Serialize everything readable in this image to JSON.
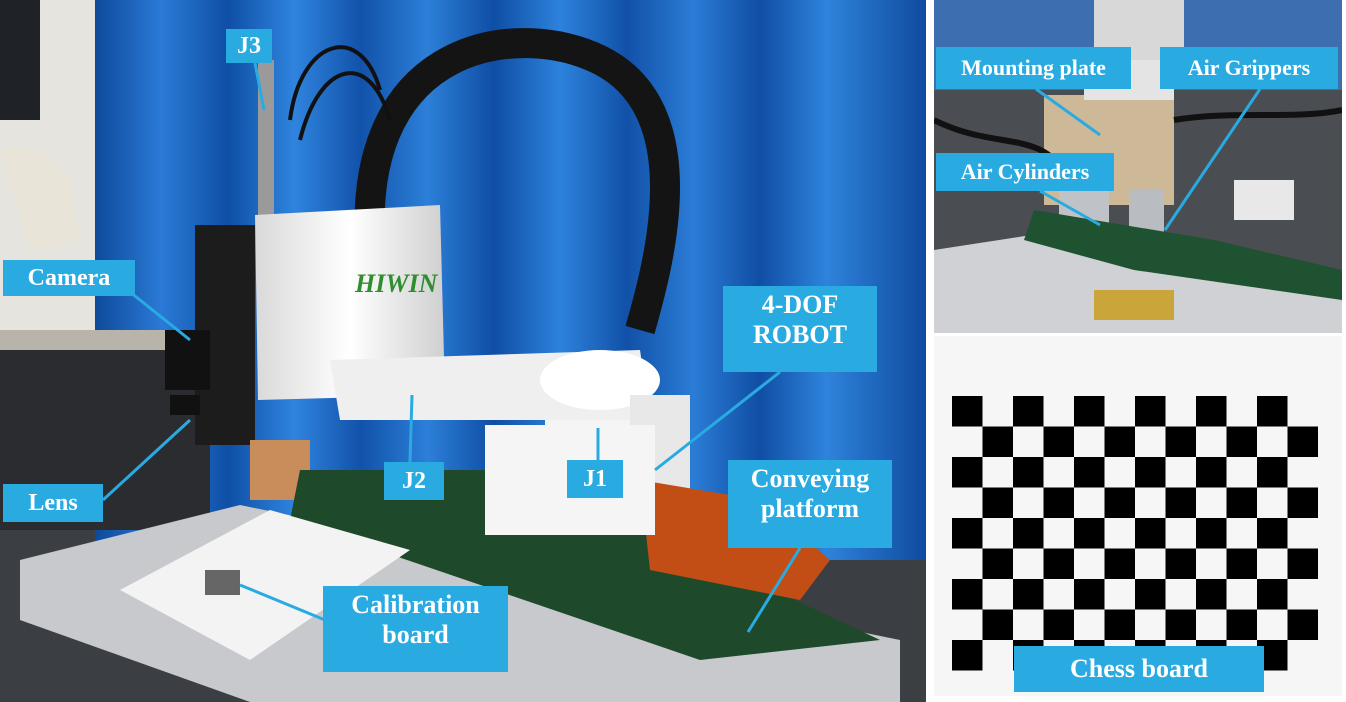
{
  "main_photo": {
    "labels": {
      "j3": "J3",
      "camera": "Camera",
      "lens": "Lens",
      "j2": "J2",
      "j1": "J1",
      "robot_line1": "4-DOF",
      "robot_line2": "ROBOT",
      "conveying_line1": "Conveying",
      "conveying_line2": "platform",
      "calibration_line1": "Calibration",
      "calibration_line2": "board"
    },
    "brand_text": "HIWIN"
  },
  "gripper_photo": {
    "labels": {
      "mounting_plate": "Mounting plate",
      "air_grippers": "Air Grippers",
      "air_cylinders": "Air Cylinders"
    }
  },
  "chess_panel": {
    "label": "Chess board",
    "rows": 9,
    "cols": 12
  },
  "colors": {
    "label_bg": "#29abe2",
    "label_text": "#ffffff",
    "curtain": "#1a5fb4",
    "robot_body": "#f2f2f2",
    "belt": "#1f4a2a"
  }
}
